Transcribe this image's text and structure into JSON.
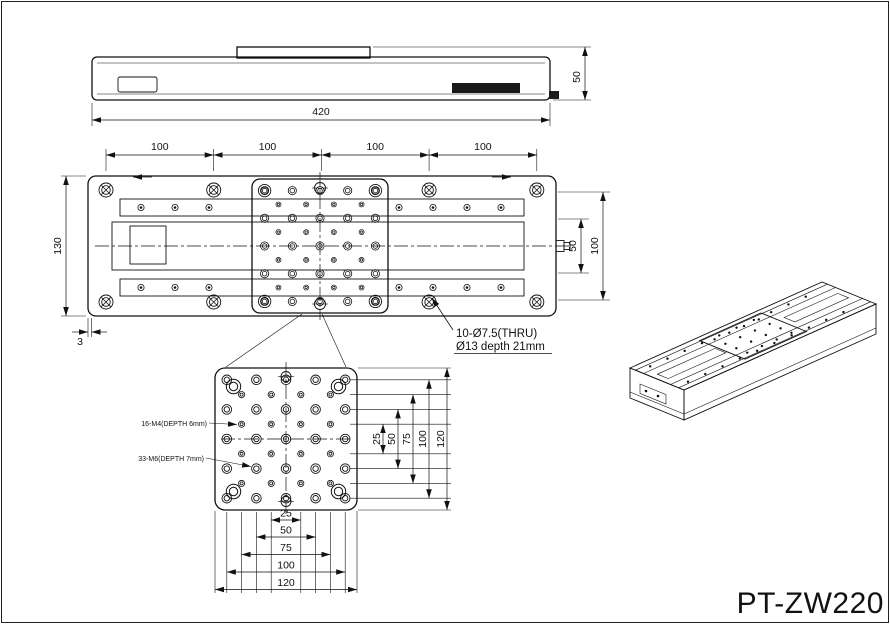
{
  "title": "PT-ZW220",
  "side_view": {
    "dim_width": "420",
    "dim_height": "50"
  },
  "plan_view": {
    "dims_top": [
      "100",
      "100",
      "100",
      "100"
    ],
    "dim_left": "130",
    "dim_slot": "50",
    "dim_right_height": "100",
    "dim_edge_offset": "3",
    "hole_note_line1": "10-Ø7.5(THRU)",
    "hole_note_line2": "Ø13 depth 21mm"
  },
  "detail_view": {
    "label_m4": "16-M4(DEPTH 6mm)",
    "label_m6": "33-M6(DEPTH 7mm)",
    "dims_vertical": [
      "25",
      "50",
      "75",
      "100",
      "120"
    ],
    "dims_horizontal": [
      "25",
      "50",
      "75",
      "100",
      "120"
    ]
  }
}
